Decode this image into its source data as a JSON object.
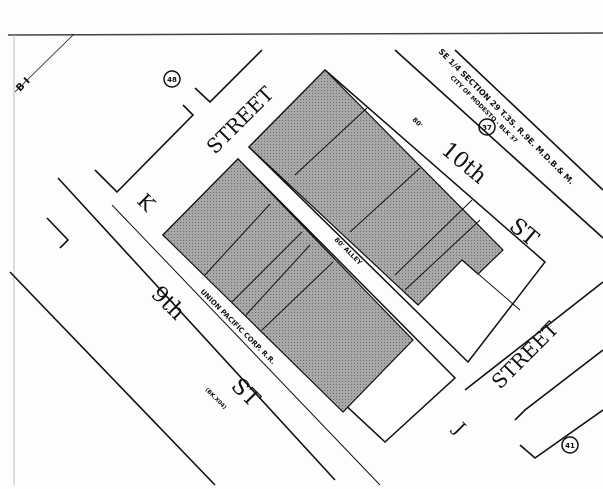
{
  "map": {
    "section_note": "SE 1/4 SECTION 29 T.3S. R.9E. M.D.B.& M.",
    "city_note": "CITY OF MODESTO - BLK 37",
    "corner_letters": "B I",
    "streets": {
      "k_street_prefix": "K",
      "k_street": "STREET",
      "tenth": "10th",
      "tenth_suffix": "ST",
      "ninth": "9th",
      "ninth_suffix": "ST",
      "j_street_prefix": "J",
      "j_street": "STREET"
    },
    "alley": "80' ALLEY",
    "street_width": "80'",
    "railroad": "UNION PACIFIC CORP. R.R.",
    "book_ref": "(BK.X04)",
    "block_numbers": [
      "48",
      "37",
      "41"
    ],
    "colors": {
      "parcel_shade": "#9a9a9a",
      "line": "#111111",
      "paper": "#fdfdfd"
    }
  }
}
